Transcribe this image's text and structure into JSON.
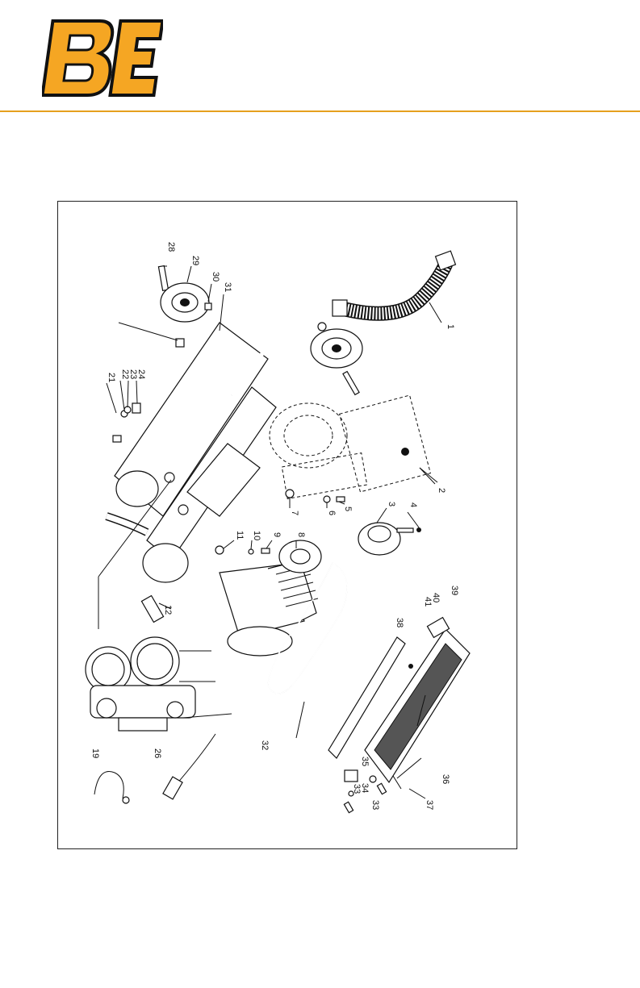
{
  "brand": {
    "logo_text": "BE",
    "accent_color": "#f5a623",
    "rule_color": "#e6a01e"
  },
  "diagram": {
    "type": "exploded-parts-view",
    "part_labels": [
      "1",
      "2",
      "3",
      "4",
      "5",
      "6",
      "7",
      "8",
      "9",
      "10",
      "11",
      "12",
      "19",
      "21",
      "22",
      "23",
      "24",
      "26",
      "28",
      "29",
      "30",
      "31",
      "32",
      "33",
      "33",
      "34",
      "35",
      "36",
      "37",
      "38",
      "39",
      "40",
      "41"
    ]
  }
}
